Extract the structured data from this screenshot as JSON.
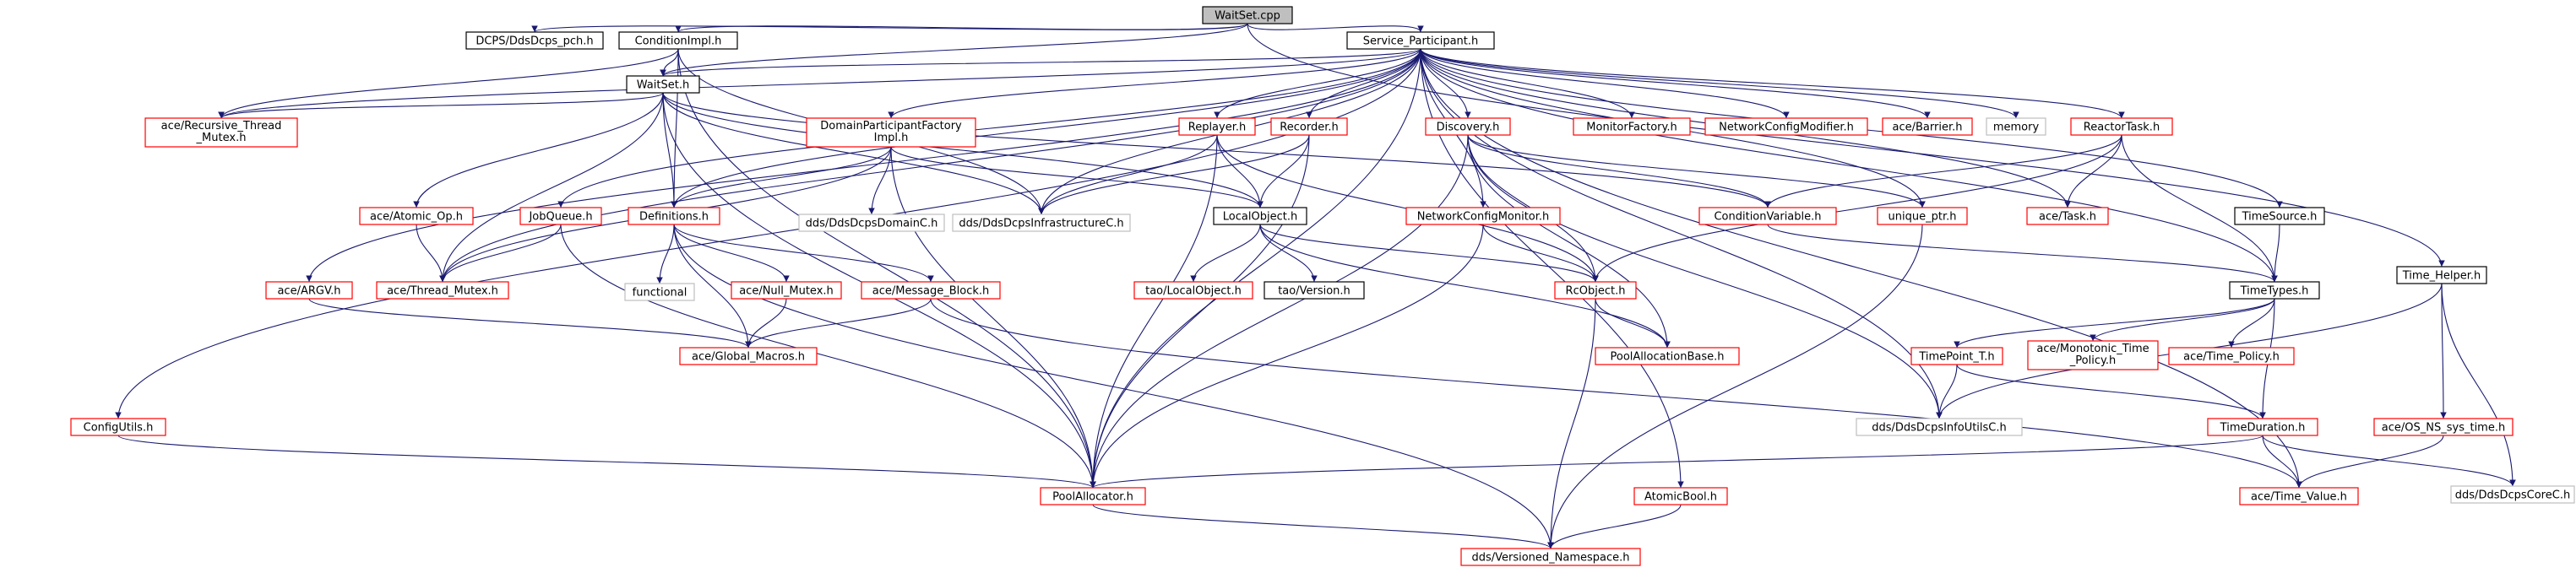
{
  "root": "WaitSet.cpp",
  "nodes": [
    {
      "id": "waitset_cpp",
      "label": "WaitSet.cpp",
      "kind": "root"
    },
    {
      "id": "dcps_pch",
      "label": "DCPS/DdsDcps_pch.h",
      "kind": "black"
    },
    {
      "id": "conditionimpl",
      "label": "ConditionImpl.h",
      "kind": "black"
    },
    {
      "id": "service_participant",
      "label": "Service_Participant.h",
      "kind": "black"
    },
    {
      "id": "time_helper",
      "label": "Time_Helper.h",
      "kind": "black"
    },
    {
      "id": "waitset_h",
      "label": "WaitSet.h",
      "kind": "black"
    },
    {
      "id": "recursive_mutex",
      "label": "ace/Recursive_Thread\n_Mutex.h",
      "kind": "red"
    },
    {
      "id": "dp_factory_impl",
      "label": "DomainParticipantFactory\nImpl.h",
      "kind": "red"
    },
    {
      "id": "replayer",
      "label": "Replayer.h",
      "kind": "red"
    },
    {
      "id": "recorder",
      "label": "Recorder.h",
      "kind": "red"
    },
    {
      "id": "discovery",
      "label": "Discovery.h",
      "kind": "red"
    },
    {
      "id": "monitor_factory",
      "label": "MonitorFactory.h",
      "kind": "red"
    },
    {
      "id": "netconfig_modifier",
      "label": "NetworkConfigModifier.h",
      "kind": "red"
    },
    {
      "id": "ace_barrier",
      "label": "ace/Barrier.h",
      "kind": "red"
    },
    {
      "id": "memory",
      "label": "memory",
      "kind": "gray"
    },
    {
      "id": "reactor_task",
      "label": "ReactorTask.h",
      "kind": "red"
    },
    {
      "id": "ace_atomic_op",
      "label": "ace/Atomic_Op.h",
      "kind": "red"
    },
    {
      "id": "jobqueue",
      "label": "JobQueue.h",
      "kind": "red"
    },
    {
      "id": "definitions",
      "label": "Definitions.h",
      "kind": "red"
    },
    {
      "id": "domainc",
      "label": "dds/DdsDcpsDomainC.h",
      "kind": "gray"
    },
    {
      "id": "infrastructurec",
      "label": "dds/DdsDcpsInfrastructureC.h",
      "kind": "gray"
    },
    {
      "id": "localobject",
      "label": "LocalObject.h",
      "kind": "black"
    },
    {
      "id": "netconfig_monitor",
      "label": "NetworkConfigMonitor.h",
      "kind": "red"
    },
    {
      "id": "condition_variable",
      "label": "ConditionVariable.h",
      "kind": "red"
    },
    {
      "id": "unique_ptr",
      "label": "unique_ptr.h",
      "kind": "red"
    },
    {
      "id": "ace_task",
      "label": "ace/Task.h",
      "kind": "red"
    },
    {
      "id": "timesource",
      "label": "TimeSource.h",
      "kind": "black"
    },
    {
      "id": "ace_argv",
      "label": "ace/ARGV.h",
      "kind": "red"
    },
    {
      "id": "thread_mutex",
      "label": "ace/Thread_Mutex.h",
      "kind": "red"
    },
    {
      "id": "functional",
      "label": "functional",
      "kind": "gray"
    },
    {
      "id": "null_mutex",
      "label": "ace/Null_Mutex.h",
      "kind": "red"
    },
    {
      "id": "message_block",
      "label": "ace/Message_Block.h",
      "kind": "red"
    },
    {
      "id": "tao_localobject",
      "label": "tao/LocalObject.h",
      "kind": "red"
    },
    {
      "id": "tao_version",
      "label": "tao/Version.h",
      "kind": "black"
    },
    {
      "id": "rcobject",
      "label": "RcObject.h",
      "kind": "red"
    },
    {
      "id": "timetypes",
      "label": "TimeTypes.h",
      "kind": "black"
    },
    {
      "id": "global_macros",
      "label": "ace/Global_Macros.h",
      "kind": "red"
    },
    {
      "id": "poolallocationbase",
      "label": "PoolAllocationBase.h",
      "kind": "red"
    },
    {
      "id": "timepoint_t",
      "label": "TimePoint_T.h",
      "kind": "red"
    },
    {
      "id": "monotonic_time_policy",
      "label": "ace/Monotonic_Time\n_Policy.h",
      "kind": "red"
    },
    {
      "id": "time_policy",
      "label": "ace/Time_Policy.h",
      "kind": "red"
    },
    {
      "id": "configutils",
      "label": "ConfigUtils.h",
      "kind": "red"
    },
    {
      "id": "infoutilsc",
      "label": "dds/DdsDcpsInfoUtilsC.h",
      "kind": "gray"
    },
    {
      "id": "timeduration",
      "label": "TimeDuration.h",
      "kind": "red"
    },
    {
      "id": "os_ns_sys_time",
      "label": "ace/OS_NS_sys_time.h",
      "kind": "red"
    },
    {
      "id": "corec",
      "label": "dds/DdsDcpsCoreC.h",
      "kind": "gray"
    },
    {
      "id": "poolallocator",
      "label": "PoolAllocator.h",
      "kind": "red"
    },
    {
      "id": "atomicbool",
      "label": "AtomicBool.h",
      "kind": "red"
    },
    {
      "id": "ace_time_value",
      "label": "ace/Time_Value.h",
      "kind": "red"
    },
    {
      "id": "versioned_namespace",
      "label": "dds/Versioned_Namespace.h",
      "kind": "red"
    }
  ],
  "edges": [
    [
      "waitset_cpp",
      "dcps_pch"
    ],
    [
      "waitset_cpp",
      "conditionimpl"
    ],
    [
      "waitset_cpp",
      "service_participant"
    ],
    [
      "waitset_cpp",
      "time_helper"
    ],
    [
      "waitset_cpp",
      "waitset_h"
    ],
    [
      "conditionimpl",
      "recursive_mutex"
    ],
    [
      "conditionimpl",
      "waitset_h"
    ],
    [
      "conditionimpl",
      "definitions"
    ],
    [
      "conditionimpl",
      "infrastructurec"
    ],
    [
      "conditionimpl",
      "poolallocator"
    ],
    [
      "service_participant",
      "waitset_h"
    ],
    [
      "service_participant",
      "configutils"
    ],
    [
      "service_participant",
      "ace_argv"
    ],
    [
      "service_participant",
      "dp_factory_impl"
    ],
    [
      "service_participant",
      "replayer"
    ],
    [
      "service_participant",
      "recorder"
    ],
    [
      "service_participant",
      "discovery"
    ],
    [
      "service_participant",
      "monitor_factory"
    ],
    [
      "service_participant",
      "netconfig_modifier"
    ],
    [
      "service_participant",
      "ace_barrier"
    ],
    [
      "service_participant",
      "memory"
    ],
    [
      "service_participant",
      "reactor_task"
    ],
    [
      "service_participant",
      "definitions"
    ],
    [
      "service_participant",
      "jobqueue"
    ],
    [
      "service_participant",
      "infrastructurec"
    ],
    [
      "service_participant",
      "netconfig_monitor"
    ],
    [
      "service_participant",
      "timesource"
    ],
    [
      "service_participant",
      "timetypes"
    ],
    [
      "service_participant",
      "ace_task"
    ],
    [
      "service_participant",
      "unique_ptr"
    ],
    [
      "service_participant",
      "infoutilsc"
    ],
    [
      "service_participant",
      "ace_time_value"
    ],
    [
      "service_participant",
      "poolallocator"
    ],
    [
      "service_participant",
      "recursive_mutex"
    ],
    [
      "service_participant",
      "thread_mutex"
    ],
    [
      "service_participant",
      "atomicbool"
    ],
    [
      "waitset_h",
      "recursive_mutex"
    ],
    [
      "waitset_h",
      "ace_atomic_op"
    ],
    [
      "waitset_h",
      "definitions"
    ],
    [
      "waitset_h",
      "thread_mutex"
    ],
    [
      "waitset_h",
      "infrastructurec"
    ],
    [
      "waitset_h",
      "localobject"
    ],
    [
      "waitset_h",
      "condition_variable"
    ],
    [
      "waitset_h",
      "poolallocator"
    ],
    [
      "dp_factory_impl",
      "definitions"
    ],
    [
      "dp_factory_impl",
      "domainc"
    ],
    [
      "dp_factory_impl",
      "localobject"
    ],
    [
      "dp_factory_impl",
      "poolallocator"
    ],
    [
      "dp_factory_impl",
      "thread_mutex"
    ],
    [
      "replayer",
      "localobject"
    ],
    [
      "replayer",
      "rcobject"
    ],
    [
      "replayer",
      "infrastructurec"
    ],
    [
      "replayer",
      "poolallocator"
    ],
    [
      "recorder",
      "localobject"
    ],
    [
      "recorder",
      "infrastructurec"
    ],
    [
      "recorder",
      "poolallocator"
    ],
    [
      "discovery",
      "rcobject"
    ],
    [
      "discovery",
      "unique_ptr"
    ],
    [
      "discovery",
      "condition_variable"
    ],
    [
      "discovery",
      "poolallocationbase"
    ],
    [
      "discovery",
      "infoutilsc"
    ],
    [
      "discovery",
      "poolallocator"
    ],
    [
      "reactor_task",
      "condition_variable"
    ],
    [
      "reactor_task",
      "ace_task"
    ],
    [
      "reactor_task",
      "timetypes"
    ],
    [
      "reactor_task",
      "rcobject"
    ],
    [
      "ace_atomic_op",
      "thread_mutex"
    ],
    [
      "jobqueue",
      "thread_mutex"
    ],
    [
      "jobqueue",
      "poolallocator"
    ],
    [
      "definitions",
      "functional"
    ],
    [
      "definitions",
      "null_mutex"
    ],
    [
      "definitions",
      "message_block"
    ],
    [
      "definitions",
      "global_macros"
    ],
    [
      "definitions",
      "versioned_namespace"
    ],
    [
      "localobject",
      "tao_localobject"
    ],
    [
      "localobject",
      "tao_version"
    ],
    [
      "localobject",
      "rcobject"
    ],
    [
      "localobject",
      "poolallocationbase"
    ],
    [
      "netconfig_monitor",
      "rcobject"
    ],
    [
      "netconfig_monitor",
      "poolallocator"
    ],
    [
      "condition_variable",
      "timetypes"
    ],
    [
      "unique_ptr",
      "versioned_namespace"
    ],
    [
      "timesource",
      "timetypes"
    ],
    [
      "ace_argv",
      "global_macros"
    ],
    [
      "null_mutex",
      "global_macros"
    ],
    [
      "message_block",
      "global_macros"
    ],
    [
      "message_block",
      "ace_time_value"
    ],
    [
      "rcobject",
      "poolallocationbase"
    ],
    [
      "rcobject",
      "versioned_namespace"
    ],
    [
      "timetypes",
      "timepoint_t"
    ],
    [
      "timetypes",
      "monotonic_time_policy"
    ],
    [
      "timetypes",
      "time_policy"
    ],
    [
      "timetypes",
      "timeduration"
    ],
    [
      "timepoint_t",
      "infoutilsc"
    ],
    [
      "timepoint_t",
      "timeduration"
    ],
    [
      "time_helper",
      "infoutilsc"
    ],
    [
      "time_helper",
      "os_ns_sys_time"
    ],
    [
      "time_helper",
      "corec"
    ],
    [
      "timeduration",
      "ace_time_value"
    ],
    [
      "timeduration",
      "corec"
    ],
    [
      "timeduration",
      "poolallocator"
    ],
    [
      "os_ns_sys_time",
      "ace_time_value"
    ],
    [
      "configutils",
      "poolallocator"
    ],
    [
      "poolallocator",
      "versioned_namespace"
    ],
    [
      "atomicbool",
      "versioned_namespace"
    ]
  ],
  "colors": {
    "edge": "#191970",
    "black_border": "#000000",
    "red_border": "#ff0000",
    "gray_border": "#bfbfbf",
    "root_fill": "#bfbfbf",
    "node_fill": "#ffffff",
    "text": "#000000"
  }
}
